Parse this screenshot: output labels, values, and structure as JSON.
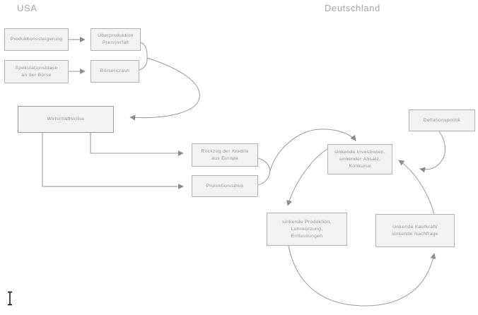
{
  "headings": {
    "left": "USA",
    "right": "Deutschland"
  },
  "nodes": [
    {
      "id": "produktionssteigerung",
      "label": "Produktionssteigerung"
    },
    {
      "id": "ueberproduktion",
      "label": "Überproduktion\nPreisverfall"
    },
    {
      "id": "spekulationsblase",
      "label": "Spekulationsblase\nan der Börse"
    },
    {
      "id": "boersencrash",
      "label": "Börsencrash"
    },
    {
      "id": "wirtschaftskrise",
      "label": "Wirtschaftskrise"
    },
    {
      "id": "rueckzug-kredite",
      "label": "Rückzug der Kredite\naus Europa"
    },
    {
      "id": "protektionismus",
      "label": "Protektionismus"
    },
    {
      "id": "deflationspolitik",
      "label": "Deflationspolitik"
    },
    {
      "id": "sinkende-investionen",
      "label": "sinkende Investionen,\nsinkender Absatz,\nKonkurse"
    },
    {
      "id": "sinkende-produktion",
      "label": "sinkende Produktion,\nLohnkürzung,\nEntlassungen"
    },
    {
      "id": "sinkende-kaufkraft",
      "label": "sinkende Kaufkraft/\nsinkende Nachfrage"
    }
  ],
  "edges": [
    {
      "from": "produktionssteigerung",
      "to": "ueberproduktion"
    },
    {
      "from": "spekulationsblase",
      "to": "boersencrash"
    },
    {
      "from": "ueberproduktion",
      "to": "wirtschaftskrise"
    },
    {
      "from": "boersencrash",
      "to": "wirtschaftskrise"
    },
    {
      "from": "wirtschaftskrise",
      "to": "rueckzug-kredite"
    },
    {
      "from": "wirtschaftskrise",
      "to": "protektionismus"
    },
    {
      "from": "rueckzug-kredite",
      "to": "sinkende-investionen"
    },
    {
      "from": "protektionismus",
      "to": "sinkende-investionen"
    },
    {
      "from": "sinkende-investionen",
      "to": "sinkende-produktion"
    },
    {
      "from": "sinkende-produktion",
      "to": "sinkende-kaufkraft"
    },
    {
      "from": "sinkende-kaufkraft",
      "to": "sinkende-investionen"
    },
    {
      "from": "deflationspolitik",
      "to": "sinkende-investionen"
    }
  ],
  "colors": {
    "background": "#ffffff",
    "node_fill": "#f2f2f2",
    "node_border": "#b3b3b3",
    "node_text": "#9a9a9a",
    "heading_text": "#a6a6a6",
    "connector": "#999999",
    "arrowhead": "#8c8c8c",
    "cursor": "#000000"
  },
  "cursor": {
    "type": "text-ibeam"
  }
}
